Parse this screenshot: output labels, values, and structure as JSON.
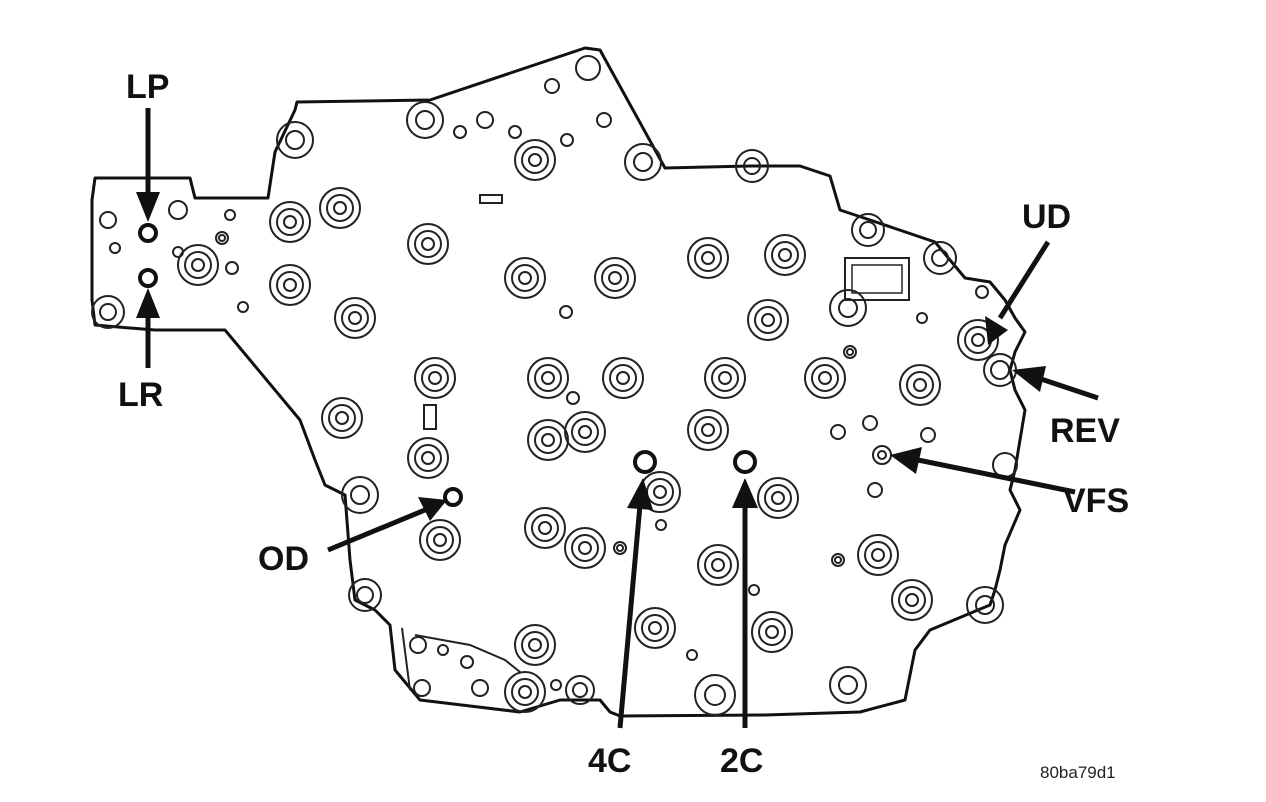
{
  "labels": {
    "lp": "LP",
    "lr": "LR",
    "ud": "UD",
    "rev": "REV",
    "vfs": "VFS",
    "od": "OD",
    "c4": "4C",
    "c2": "2C"
  },
  "reference_code": "80ba79d1",
  "colors": {
    "line": "#111111",
    "background": "#ffffff"
  }
}
